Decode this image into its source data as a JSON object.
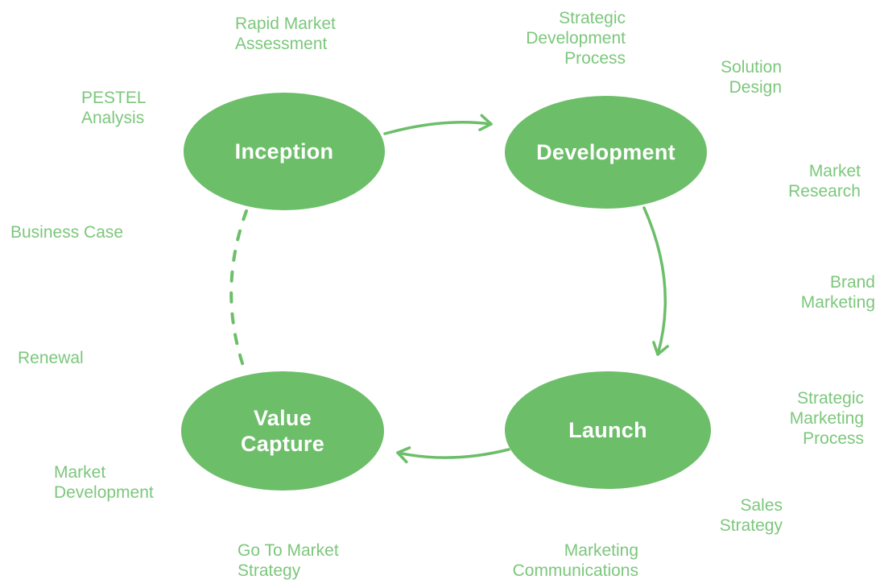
{
  "diagram": {
    "type": "cycle-diagram",
    "nodes": {
      "inception": "Inception",
      "development": "Development",
      "launch": "Launch",
      "value_capture": "Value\nCapture"
    },
    "labels": {
      "rapid_market_assessment": "Rapid Market\nAssessment",
      "strategic_development_process": "Strategic\nDevelopment\nProcess",
      "solution_design": "Solution\nDesign",
      "pestel_analysis": "PESTEL\nAnalysis",
      "market_research": "Market\nResearch",
      "business_case": "Business Case",
      "brand_marketing": "Brand\nMarketing",
      "renewal": "Renewal",
      "strategic_marketing_process": "Strategic\nMarketing\nProcess",
      "market_development": "Market\nDevelopment",
      "sales_strategy": "Sales\nStrategy",
      "go_to_market_strategy": "Go To Market\nStrategy",
      "marketing_communications": "Marketing\nCommunications"
    },
    "connections": [
      {
        "from": "inception",
        "to": "development",
        "style": "solid-arrow"
      },
      {
        "from": "development",
        "to": "launch",
        "style": "solid-arrow"
      },
      {
        "from": "launch",
        "to": "value_capture",
        "style": "solid-arrow"
      },
      {
        "from": "value_capture",
        "to": "inception",
        "style": "dashed-line"
      }
    ],
    "colors": {
      "node_fill": "#6CBE69",
      "node_text": "#FFFFFF",
      "label_text": "#7CC77C",
      "arrow": "#6CBE69",
      "background": "#FFFFFF"
    }
  }
}
